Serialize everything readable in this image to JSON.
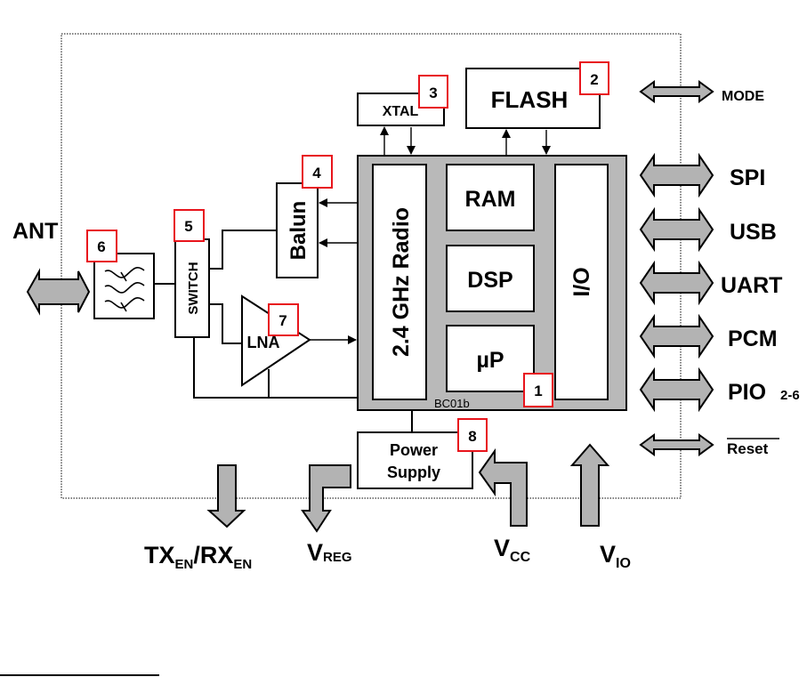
{
  "diagram": {
    "chip": {
      "label": "BC01b",
      "blocks": {
        "radio": "2.4 GHz Radio",
        "ram": "RAM",
        "dsp": "DSP",
        "up": "µP",
        "io": "I/O"
      }
    },
    "components": {
      "xtal": "XTAL",
      "flash": "FLASH",
      "balun": "Balun",
      "switch": "SWITCH",
      "lna": "LNA",
      "power_supply_line1": "Power",
      "power_supply_line2": "Supply"
    },
    "badges": {
      "chip": "1",
      "flash": "2",
      "xtal": "3",
      "balun": "4",
      "switch": "5",
      "filter": "6",
      "lna": "7",
      "power_supply": "8"
    },
    "left": {
      "antenna": "ANT"
    },
    "right_interfaces": {
      "mode": "MODE",
      "spi": "SPI",
      "usb": "USB",
      "uart": "UART",
      "pcm": "PCM",
      "pio": "PIO",
      "pio_sub": "2-6",
      "reset": "Reset"
    },
    "bottom": {
      "txrx_tx": "TX",
      "txrx_en1": "EN",
      "txrx_slash": "/RX",
      "txrx_en2": "EN",
      "vreg": "V",
      "vreg_sub": "REG",
      "vcc": "V",
      "vcc_sub": "CC",
      "vio": "V",
      "vio_sub": "IO"
    },
    "colors": {
      "chip_fill": "#b9b9b9",
      "arrow_fill": "#b3b3b3",
      "badge_border": "#e8141c"
    }
  }
}
